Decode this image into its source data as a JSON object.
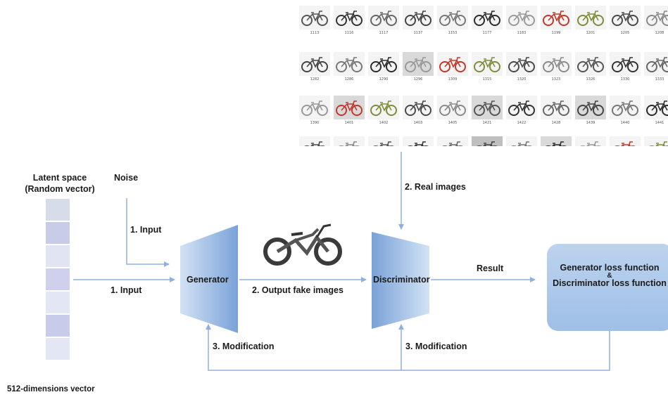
{
  "labels": {
    "latent_space": "Latent space",
    "random_vector": "(Random vector)",
    "noise": "Noise",
    "input_noise": "1. Input",
    "input_latent": "1. Input",
    "generator": "Generator",
    "output_fake": "2. Output fake images",
    "real_images": "2. Real images",
    "discriminator": "Discriminator",
    "result": "Result",
    "gen_loss": "Generator loss function",
    "amp": "&",
    "disc_loss": "Discriminator loss function",
    "modification_left": "3. Modification",
    "modification_right": "3. Modification",
    "vector_dims": "512-dimensions vector"
  },
  "bike_grid": {
    "rows": [
      [
        "1113",
        "1116",
        "1117",
        "1137",
        "1153",
        "1177",
        "1183",
        "1199",
        "1201",
        "1205",
        "1208"
      ],
      [
        "1282",
        "1286",
        "1290",
        "1296",
        "1309",
        "1315",
        "1320",
        "1323",
        "1326",
        "1330",
        "1333"
      ],
      [
        "1390",
        "1401",
        "1402",
        "1403",
        "1405",
        "1421",
        "1422",
        "1428",
        "1439",
        "1440",
        "1441"
      ],
      [
        "",
        "",
        "",
        "",
        "",
        "",
        "",
        "",
        "",
        "",
        ""
      ]
    ]
  },
  "latent_vector": {
    "cells": [
      "#d6dcea",
      "#c9cce9",
      "#e1e4f2",
      "#cfd1ec",
      "#e3e6f4",
      "#c8cbe9",
      "#e3e6f4"
    ]
  },
  "colors": {
    "arrow": "#8fb0e0",
    "block_dark": "#7aa2d8",
    "block_light": "#d3e2f5"
  }
}
